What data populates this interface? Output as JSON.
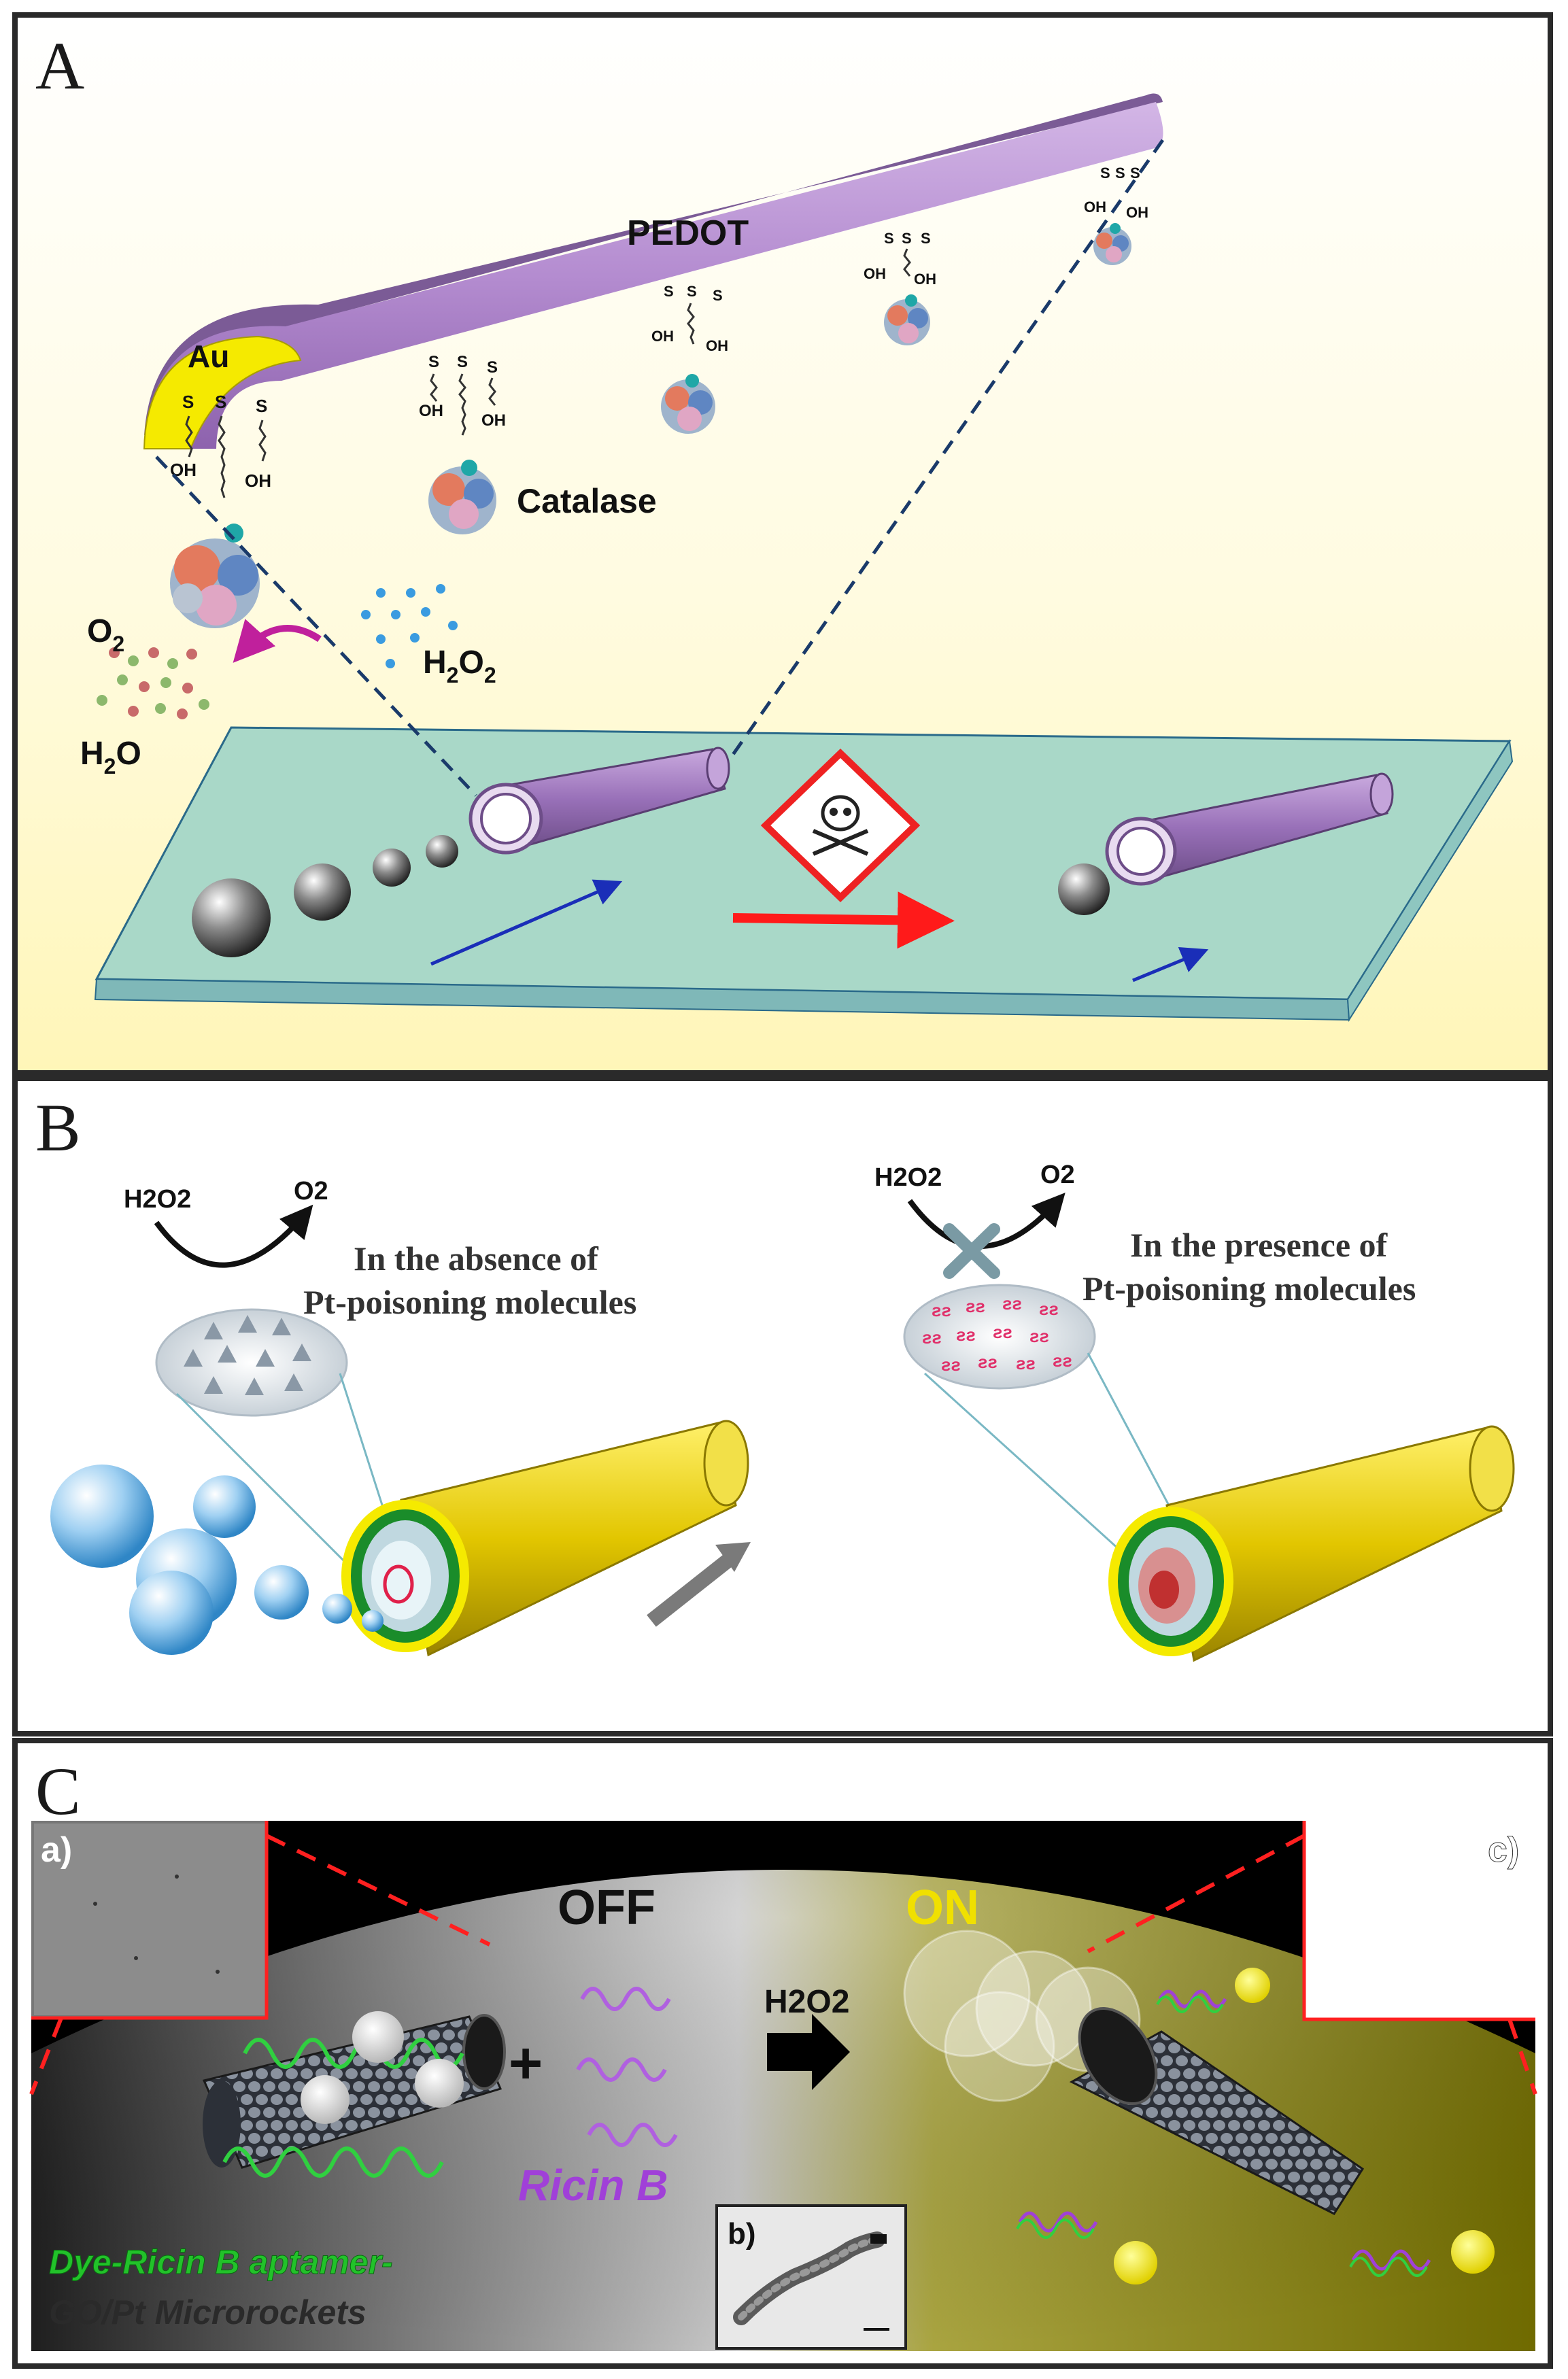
{
  "panel_a": {
    "letter": "A",
    "label_pedot": "PEDOT",
    "label_au": "Au",
    "label_catalase": "Catalase",
    "label_s": "S",
    "label_oh": "OH",
    "label_o2": "O",
    "label_o2_sub": "2",
    "label_h2o_h": "H",
    "label_h2o_sub": "2",
    "label_h2o_o": "O",
    "label_h2o2_h": "H",
    "label_h2o2_sub1": "2",
    "label_h2o2_o": "O",
    "label_h2o2_sub2": "2"
  },
  "panel_b": {
    "letter": "B",
    "left_h2o2": "H2O2",
    "left_o2": "O2",
    "left_caption_1": "In the absence of",
    "left_caption_2": "Pt-poisoning molecules",
    "right_h2o2": "H2O2",
    "right_o2": "O2",
    "right_caption_1": "In the presence of",
    "right_caption_2": "Pt-poisoning molecules"
  },
  "panel_c": {
    "letter": "C",
    "inset_a": "a)",
    "inset_b": "b)",
    "inset_c": "c)",
    "label_off": "OFF",
    "label_on": "ON",
    "label_plus": "+",
    "label_h2o2": "H2O2",
    "label_ricin": "Ricin B",
    "label_aptamer": "Dye-Ricin B aptamer-",
    "label_rockets": "GO/Pt Microrockets"
  },
  "colors": {
    "pedot": "#b48cd0",
    "au": "#f5ea00",
    "glass": "#a9d8c8",
    "red_arrow": "#ff1a1a",
    "blue_arrow": "#1a2eb8",
    "tube_yellow": "#e0c800",
    "ring_green": "#1a8c2a",
    "on_text": "#f0e000",
    "ricin_text": "#a040d8",
    "aptamer_text": "#22c22a"
  }
}
